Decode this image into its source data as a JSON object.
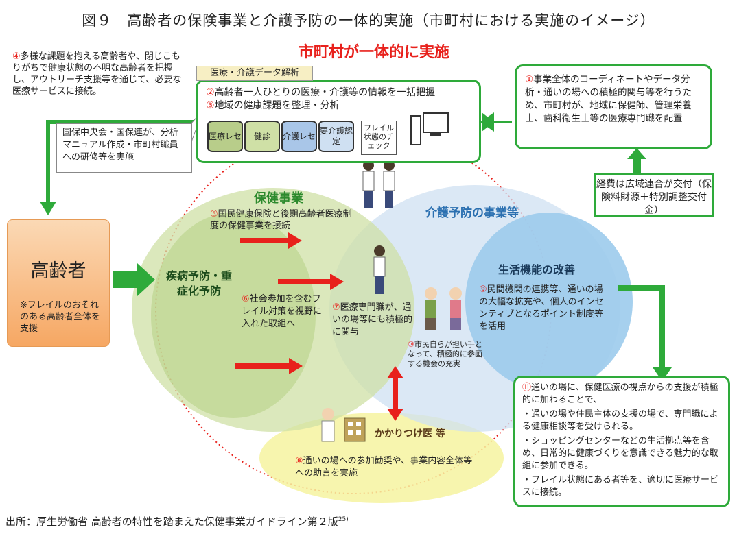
{
  "title": "図９　高齢者の保険事業と介護予防の一体的実施（市町村における実施のイメージ）",
  "subtitle": "市町村が一体的に実施",
  "note4": {
    "num": "④",
    "text": "多様な課題を抱える高齢者や、閉じこもりがちで健康状態の不明な高齢者を把握し、アウトリーチ支援等を通じて、必要な医療サービスに接続。"
  },
  "data_analysis": {
    "tab": "医療・介護データ解析",
    "line2_num": "②",
    "line2": "高齢者一人ひとりの医療・介護等の情報を一括把握",
    "line3_num": "③",
    "line3": "地域の健康課題を整理・分析",
    "db1": "医療レセ",
    "db2": "健診",
    "db3": "介護レセ",
    "db4": "要介護認定",
    "doc": "フレイル状態のチェック"
  },
  "kokuho": "国保中央会・国保連が、分析マニュアル作成・市町村職員への研修等を実施",
  "note1": {
    "num": "①",
    "text": "事業全体のコーディネートやデータ分析・通いの場への積極的関与等を行うため、市町村が、地域に保健師、管理栄養士、歯科衛生士等の医療専門職を配置"
  },
  "funding": "経費は広域連合が交付（保険料財源＋特別調整交付金）",
  "elder": {
    "title": "高齢者",
    "note": "※フレイルのおそれのある高齢者全体を支援"
  },
  "hoken": "保健事業",
  "kaigo": "介護予防の事業等",
  "shippei": "疾病予防・重症化予防",
  "seikatsu": "生活機能の改善",
  "note5": {
    "num": "⑤",
    "text": "国民健康保険と後期高齢者医療制度の保健事業を接続"
  },
  "note6": {
    "num": "⑥",
    "text": "社会参加を含むフレイル対策を視野に入れた取組へ"
  },
  "note7": {
    "num": "⑦",
    "text": "医療専門職が、通いの場等にも積極的に関与"
  },
  "note9": {
    "num": "⑨",
    "text": "民間機関の連携等、通いの場の大幅な拡充や、個人のインセンティブとなるポイント制度等を活用"
  },
  "note10": {
    "num": "⑩",
    "text": "市民自らが担い手となって、積極的に参画する機会の充実"
  },
  "kakaritsuke": "かかりつけ医 等",
  "note8": {
    "num": "⑧",
    "text": "通いの場への参加勧奨や、事業内容全体等への助言を実施"
  },
  "note11": {
    "num": "⑪",
    "intro": "通いの場に、保健医療の視点からの支援が積極的に加わることで、",
    "b1": "・通いの場や住民主体の支援の場で、専門職による健康相談等を受けられる。",
    "b2": "・ショッピングセンターなどの生活拠点等を含め、日常的に健康づくりを意識できる魅力的な取組に参加できる。",
    "b3": "・フレイル状態にある者等を、適切に医療サービスに接続。"
  },
  "source": "出所：厚生労働省 高齢者の特性を踏まえた保健事業ガイドライン第２版",
  "source_sup": "25)",
  "colors": {
    "green": "#2eaa3a",
    "red": "#e8211c",
    "hoken_fill": "#cfe0a6",
    "kaigo_fill": "#cfe0f2",
    "seikatsu_fill": "#9ccbec",
    "kakaritsuke_fill": "#f6f3a0",
    "elder_fill": "#f6a763"
  }
}
